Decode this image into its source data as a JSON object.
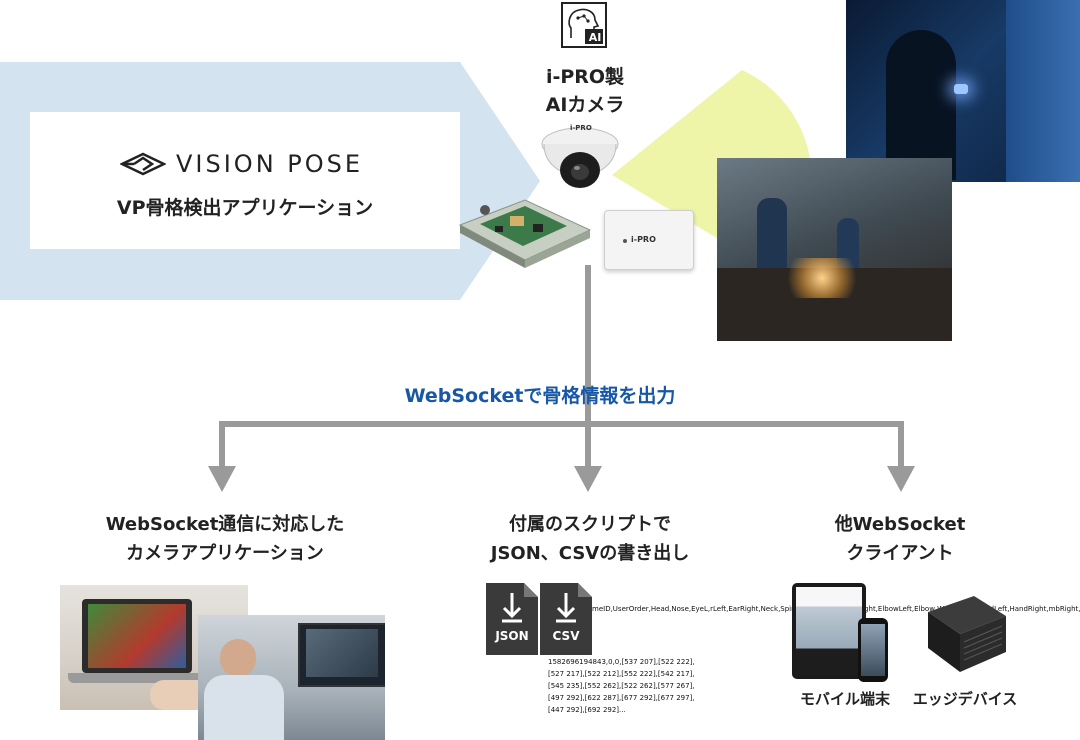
{
  "vision_pose": {
    "logo_text": "VISION POSE",
    "app_label": "VP骨格検出アプリケーション"
  },
  "camera": {
    "ai_badge": "AI",
    "title_line1": "i-PRO製",
    "title_line2": "AIカメラ",
    "brand_on_dome": "i-PRO",
    "brand_on_box": "i-PRO"
  },
  "output_label": "WebSocketで骨格情報を出力",
  "columns": {
    "left": {
      "line1": "WebSocket通信に対応した",
      "line2": "カメラアプリケーション"
    },
    "middle": {
      "line1": "付属のスクリプトで",
      "line2": "JSON、CSVの書き出し",
      "json_label": "JSON",
      "csv_label": "CSV",
      "sample_text_1": "meID,UserOrder,Head,Nose,EyeL,rLeft,EarRight,Neck,SpineShould,ShoulderRight,ElbowLeft,Elbow,WristRight,HandLeft,HandRight,mbRight,...",
      "sample_text_2": "1582696194843,0,0,[537 207],[522 222],[527 217],[522 212],[552 222],[542 217],[545 235],[552 262],[522 262],[577 267],[497 292],[622 287],[677 292],[677 297],[447 292],[692 292]..."
    },
    "right": {
      "line1": "他WebSocket",
      "line2": "クライアント",
      "mobile_label": "モバイル端末",
      "edge_label": "エッジデバイス"
    }
  },
  "colors": {
    "banner_blue": "#d3e3ef",
    "arrow_gray": "#9a9a9a",
    "label_blue": "#1757a6",
    "beam_yellow": "#eef5a8"
  }
}
